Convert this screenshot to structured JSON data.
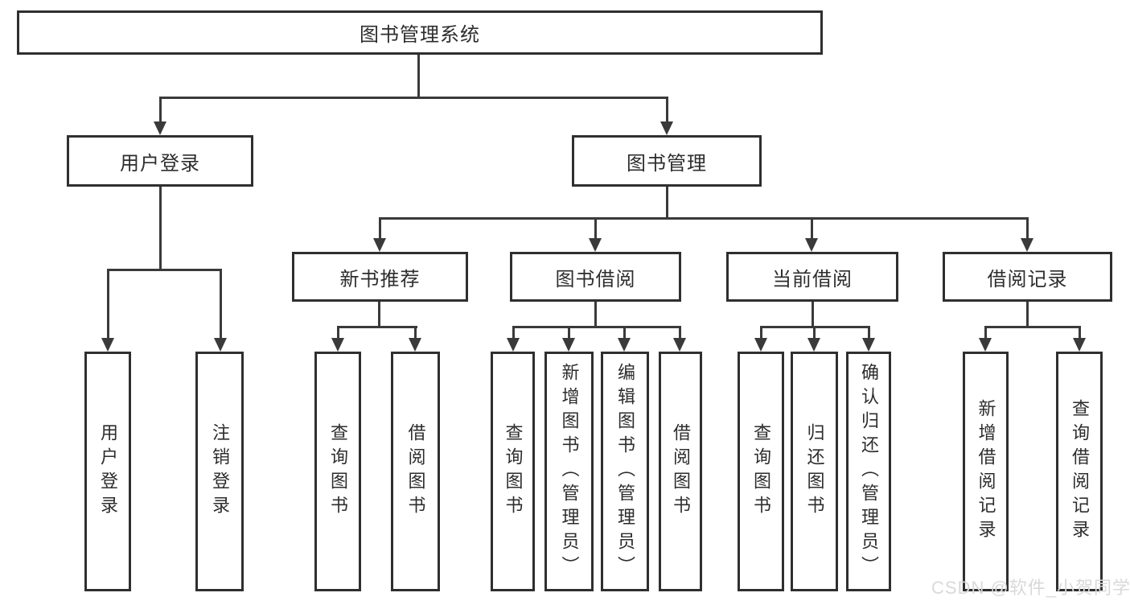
{
  "tree": {
    "root": {
      "label": "图书管理系统"
    },
    "children": [
      {
        "label": "用户登录",
        "children": [
          {
            "label": "用户登录"
          },
          {
            "label": "注销登录"
          }
        ]
      },
      {
        "label": "图书管理",
        "children": [
          {
            "label": "新书推荐",
            "children": [
              {
                "label": "查询图书"
              },
              {
                "label": "借阅图书"
              }
            ]
          },
          {
            "label": "图书借阅",
            "children": [
              {
                "label": "查询图书"
              },
              {
                "label": "新增图书（管理员）"
              },
              {
                "label": "编辑图书（管理员）"
              },
              {
                "label": "借阅图书"
              }
            ]
          },
          {
            "label": "当前借阅",
            "children": [
              {
                "label": "查询图书"
              },
              {
                "label": "归还图书"
              },
              {
                "label": "确认归还（管理员）"
              }
            ]
          },
          {
            "label": "借阅记录",
            "children": [
              {
                "label": "新增借阅记录"
              },
              {
                "label": "查询借阅记录"
              }
            ]
          }
        ]
      }
    ]
  },
  "watermark": {
    "text": "CSDN @软件_小贺同学"
  },
  "colors": {
    "line": "#3a3a3a",
    "box_border": "#2f2f2f",
    "text": "#2d2d2d",
    "background": "#ffffff",
    "watermark": "#d9d9d9"
  }
}
